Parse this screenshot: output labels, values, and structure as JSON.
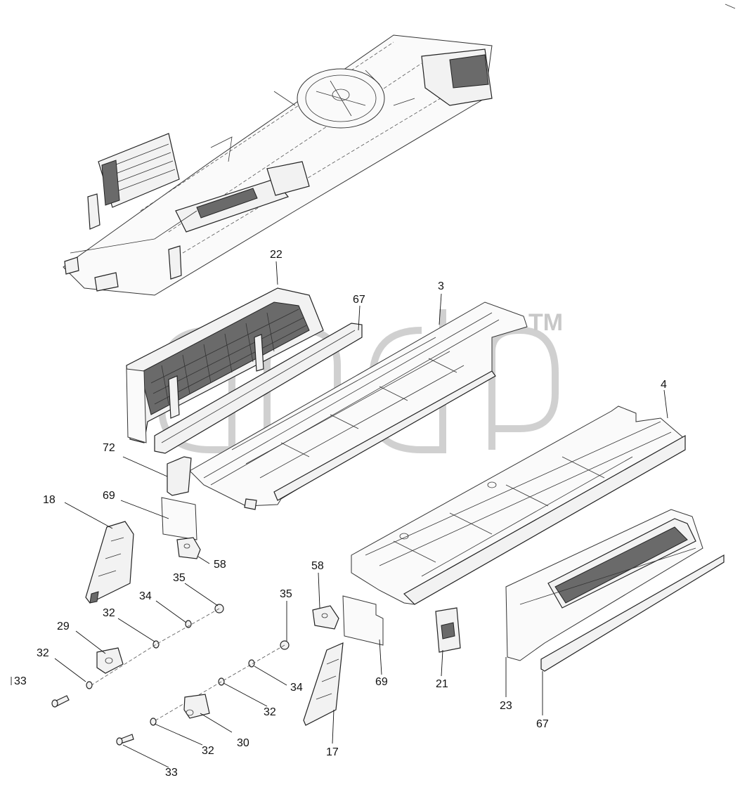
{
  "watermark": {
    "mark": "TM"
  },
  "callouts": [
    {
      "id": "c22",
      "text": "22"
    },
    {
      "id": "c67a",
      "text": "67"
    },
    {
      "id": "c3",
      "text": "3"
    },
    {
      "id": "c4",
      "text": "4"
    },
    {
      "id": "c72",
      "text": "72"
    },
    {
      "id": "c69a",
      "text": "69"
    },
    {
      "id": "c18",
      "text": "18"
    },
    {
      "id": "c58a",
      "text": "58"
    },
    {
      "id": "c35a",
      "text": "35"
    },
    {
      "id": "c34a",
      "text": "34"
    },
    {
      "id": "c32a",
      "text": "32"
    },
    {
      "id": "c29",
      "text": "29"
    },
    {
      "id": "c32b",
      "text": "32"
    },
    {
      "id": "c33a",
      "text": "33"
    },
    {
      "id": "c58b",
      "text": "58"
    },
    {
      "id": "c35b",
      "text": "35"
    },
    {
      "id": "c34b",
      "text": "34"
    },
    {
      "id": "c32c",
      "text": "32"
    },
    {
      "id": "c30",
      "text": "30"
    },
    {
      "id": "c32d",
      "text": "32"
    },
    {
      "id": "c33b",
      "text": "33"
    },
    {
      "id": "c69b",
      "text": "69"
    },
    {
      "id": "c21",
      "text": "21"
    },
    {
      "id": "c17",
      "text": "17"
    },
    {
      "id": "c23",
      "text": "23"
    },
    {
      "id": "c67b",
      "text": "67"
    }
  ]
}
